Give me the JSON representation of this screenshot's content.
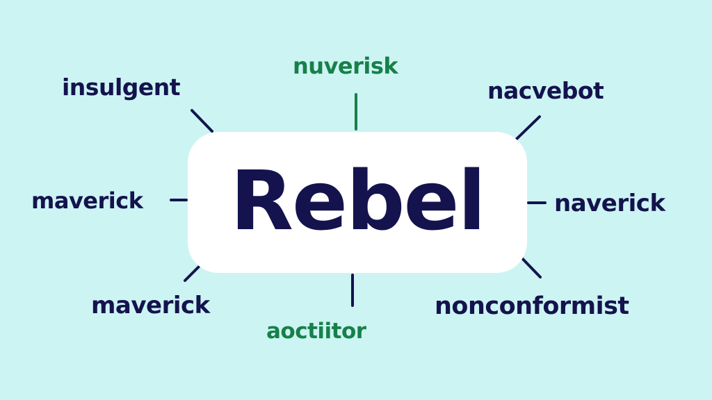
{
  "diagram": {
    "center": {
      "label": "Rebel"
    },
    "nodes": [
      {
        "id": "top",
        "label": "nuverisk",
        "color": "green"
      },
      {
        "id": "top-left",
        "label": "insulgent",
        "color": "dark"
      },
      {
        "id": "top-right",
        "label": "nacvebot",
        "color": "dark"
      },
      {
        "id": "left",
        "label": "maverick",
        "color": "dark"
      },
      {
        "id": "right",
        "label": "naverick",
        "color": "dark"
      },
      {
        "id": "bottom-left",
        "label": "maverick",
        "color": "dark"
      },
      {
        "id": "bottom",
        "label": "aoctiitor",
        "color": "green"
      },
      {
        "id": "bottom-right",
        "label": "nonconformist",
        "color": "dark"
      }
    ],
    "colors": {
      "background": "#ccf4f3",
      "box": "#ffffff",
      "dark": "#14134d",
      "green": "#17804a"
    }
  }
}
